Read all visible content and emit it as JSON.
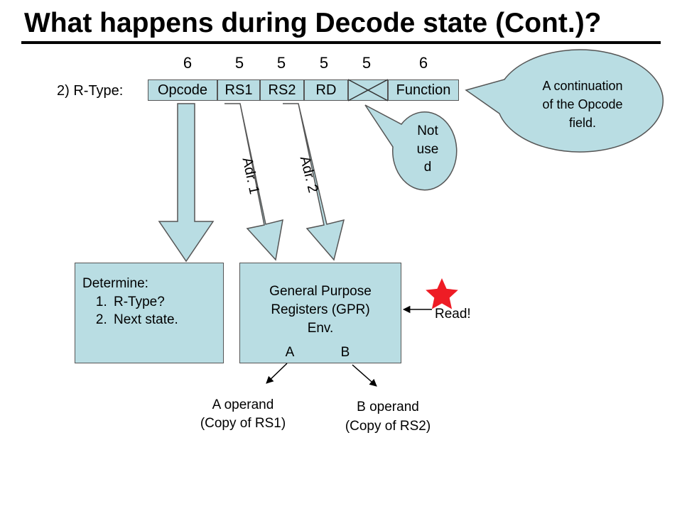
{
  "title": "What happens during Decode state (Cont.)?",
  "instruction": {
    "label": "2) R-Type:",
    "bit_widths": [
      "6",
      "5",
      "5",
      "5",
      "5",
      "6"
    ],
    "fields": [
      "Opcode",
      "RS1",
      "RS2",
      "RD",
      "",
      "Function"
    ]
  },
  "callouts": {
    "not_used": [
      "Not",
      "use",
      "d"
    ],
    "continuation": [
      "A continuation",
      "of the Opcode",
      "field."
    ]
  },
  "arrows": {
    "adr1": "Adr. 1",
    "adr2": "Adr. 2"
  },
  "determine": {
    "heading": "Determine:",
    "items": [
      "R-Type?",
      "Next state."
    ]
  },
  "gpr": {
    "lines": [
      "General Purpose",
      "Registers (GPR)",
      "Env."
    ],
    "port_a": "A",
    "port_b": "B"
  },
  "read_label": "Read!",
  "operands": {
    "a": [
      "A operand",
      "(Copy of RS1)"
    ],
    "b": [
      "B operand",
      "(Copy of RS2)"
    ]
  },
  "colors": {
    "fill": "#b9dde3",
    "star": "#ee1c25"
  }
}
